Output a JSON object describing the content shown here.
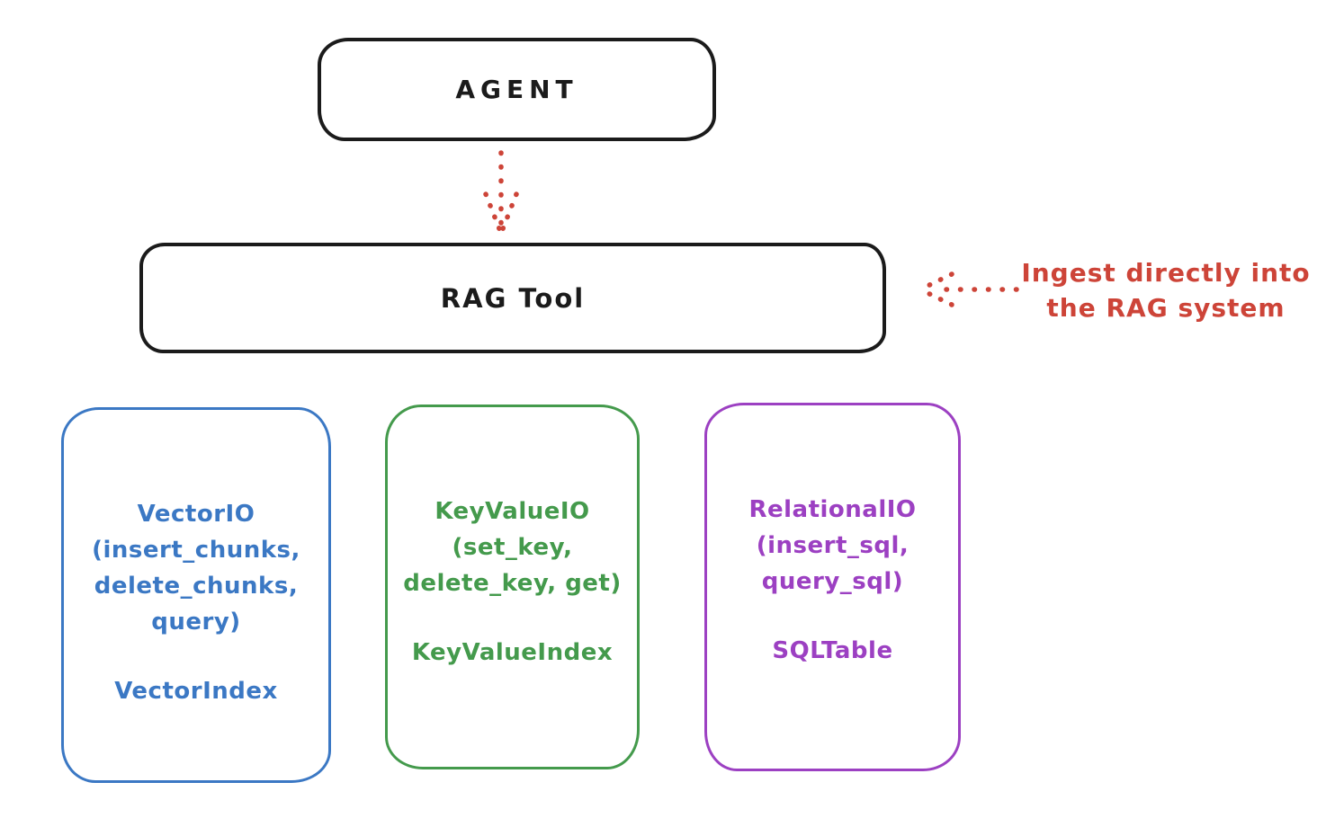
{
  "colors": {
    "ink": "#1b1b1b",
    "red": "#cd4438",
    "blue": "#3b78c4",
    "green": "#449a4c",
    "purple": "#9c40c2",
    "background": "#ffffff"
  },
  "agent_box": {
    "label": "AGENT"
  },
  "rag_box": {
    "label": "RAG Tool"
  },
  "annotation": {
    "line1": "Ingest directly into",
    "line2": "the RAG system"
  },
  "arrows": [
    {
      "name": "agent-to-rag",
      "style": "dotted",
      "direction": "down",
      "color": "#cd4438"
    },
    {
      "name": "ingest-into-rag",
      "style": "dotted",
      "direction": "left",
      "color": "#cd4438"
    }
  ],
  "storage_boxes": [
    {
      "id": "vector-io",
      "color": "#3b78c4",
      "lines": [
        "VectorIO",
        "(insert_chunks,",
        "delete_chunks,",
        "query)"
      ],
      "footer": "VectorIndex"
    },
    {
      "id": "key-value-io",
      "color": "#449a4c",
      "lines": [
        "KeyValueIO",
        "(set_key,",
        "delete_key, get)"
      ],
      "footer": "KeyValueIndex"
    },
    {
      "id": "relational-io",
      "color": "#9c40c2",
      "lines": [
        "RelationalIO",
        "(insert_sql,",
        "query_sql)"
      ],
      "footer": "SQLTable"
    }
  ]
}
